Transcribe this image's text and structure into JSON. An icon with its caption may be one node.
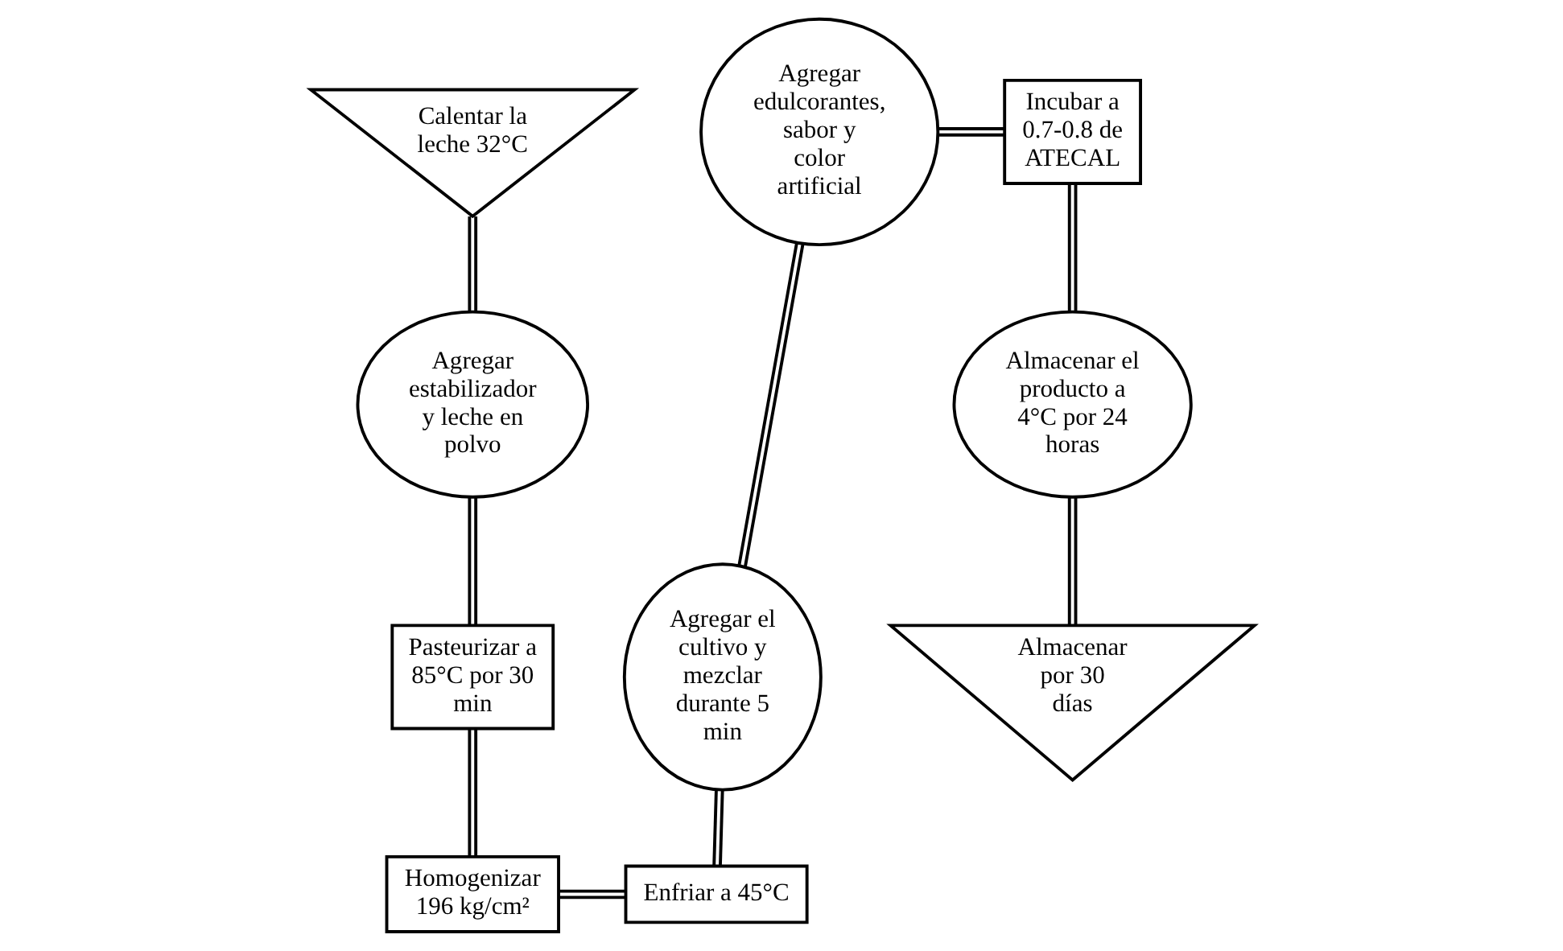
{
  "diagram": {
    "nodes": [
      {
        "text": [
          "Calentar la leche 32°C"
        ]
      },
      {
        "text": [
          "Agregar estabilizador y leche en polvo"
        ]
      },
      {
        "text": [
          "Pasteurizar a 85°C por 30 min"
        ]
      },
      {
        "text": [
          "Homogenizar 196 kg/cm²"
        ]
      },
      {
        "text": [
          "Enfriar a 45°C"
        ]
      },
      {
        "text": [
          "Agregar el cultivo y mezclar durante 5 min"
        ]
      },
      {
        "text": [
          "Agregar edulcorantes, sabor y color artificial"
        ]
      },
      {
        "text": [
          "Incubar a 0.7-0.8 de ATECAL"
        ]
      },
      {
        "text": [
          "Almacenar el producto a 4°C por 24 horas"
        ]
      },
      {
        "text": [
          "Almacenar por 30 días"
        ]
      }
    ],
    "edges": [
      {
        "from": 0,
        "to": 1,
        "arrow": "none"
      },
      {
        "from": 1,
        "to": 2,
        "arrow": "none"
      },
      {
        "from": 2,
        "to": 3,
        "arrow": "none"
      },
      {
        "from": 3,
        "to": 4,
        "arrow": "none"
      },
      {
        "from": 4,
        "to": 5,
        "arrow": "none"
      },
      {
        "from": 5,
        "to": 6,
        "arrow": "none"
      },
      {
        "from": 6,
        "to": 7,
        "arrow": "none"
      },
      {
        "from": 7,
        "to": 8,
        "arrow": "none"
      },
      {
        "from": 8,
        "to": 9,
        "arrow": "none"
      }
    ]
  }
}
